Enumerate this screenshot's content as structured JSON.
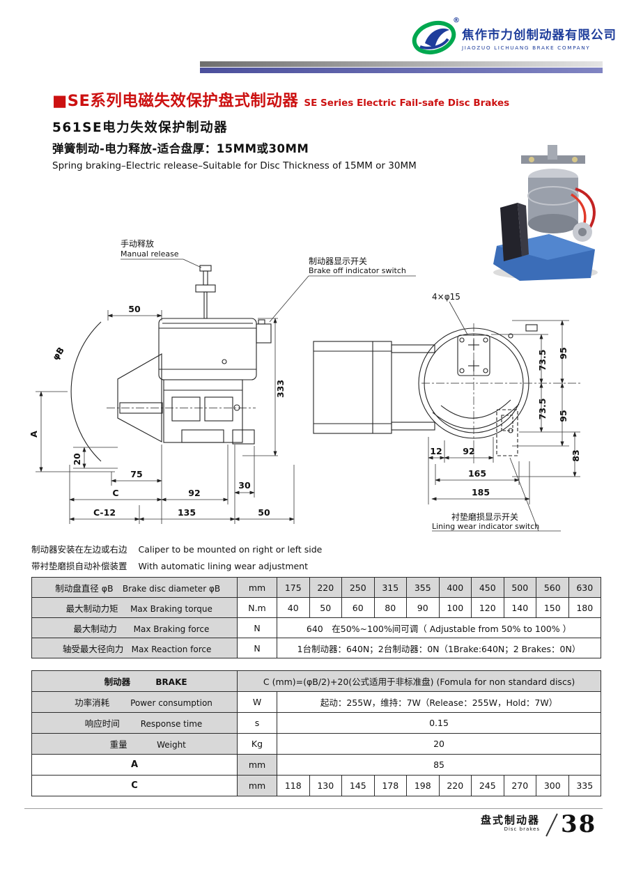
{
  "header": {
    "company_cn": "焦作市力创制动器有限公司",
    "company_en": "JIAOZUO LICHUANG BRAKE COMPANY",
    "registered": "®"
  },
  "title": {
    "series_cn": "■SE系列电磁失效保护盘式制动器",
    "series_en": "SE Series Electric Fail-safe Disc Brakes",
    "model": "561SE电力失效保护制动器",
    "feature_cn": "弹簧制动-电力释放-适合盘厚：15MM或30MM",
    "feature_en": "Spring braking–Electric release–Suitable for Disc Thickness of 15MM or 30MM"
  },
  "drawing": {
    "manual_release_cn": "手动释放",
    "manual_release_en": "Manual release",
    "brake_switch_cn": "制动器显示开关",
    "brake_switch_en": "Brake off indicator switch",
    "holes": "4×φ15",
    "lining_switch_cn": "衬垫磨损显示开关",
    "lining_switch_en": "Lining wear indicator switch",
    "left_dims": {
      "top_50": "50",
      "phi_b": "φB",
      "a": "A",
      "d20": "20",
      "d75": "75",
      "c": "C",
      "d92": "92",
      "d30": "30",
      "c12": "C-12",
      "d135": "135",
      "d50": "50",
      "d333": "333"
    },
    "right_dims": {
      "d73a": "73.5",
      "d95a": "95",
      "d73b": "73.5",
      "d95b": "95",
      "d83": "83",
      "d12": "12",
      "d92": "92",
      "d165": "165",
      "d185": "185"
    }
  },
  "notes": {
    "n1_cn": "制动器安装在左边或右边",
    "n1_en": "Caliper to be mounted on right or left side",
    "n2_cn": "带衬垫磨损自动补偿装置",
    "n2_en": "With automatic lining wear adjustment"
  },
  "table1": {
    "r1": {
      "cn": "制动盘直径 φB",
      "en": "Brake disc diameter φB",
      "unit": "mm",
      "v": [
        "175",
        "220",
        "250",
        "315",
        "355",
        "400",
        "450",
        "500",
        "560",
        "630"
      ]
    },
    "r2": {
      "cn": "最大制动力矩",
      "en": "Max Braking torque",
      "unit": "N.m",
      "v": [
        "40",
        "50",
        "60",
        "80",
        "90",
        "100",
        "120",
        "140",
        "150",
        "180"
      ]
    },
    "r3": {
      "cn": "最大制动力",
      "en": "Max Braking force",
      "unit": "N",
      "v": "640　在50%~100%间可调（ Adjustable from 50% to 100% ）"
    },
    "r4": {
      "cn": "轴受最大径向力",
      "en": "Max  Reaction  force",
      "unit": "N",
      "v": "1台制动器：640N；2台制动器：0N（1Brake:640N；2 Brakes：0N）"
    }
  },
  "table2": {
    "hdr": {
      "cn": "制动器",
      "en": "BRAKE",
      "formula": "C (mm)=(φB/2)+20(公式适用于非标准盘)  (Fomula for non standard discs)"
    },
    "r1": {
      "cn": "功率消耗",
      "en": "Power consumption",
      "unit": "W",
      "v": "起动：255W，维持：7W（Release：255W，Hold：7W）"
    },
    "r2": {
      "cn": "响应时间",
      "en": "Response time",
      "unit": "s",
      "v": "0.15"
    },
    "r3": {
      "cn": "重量",
      "en": "Weight",
      "unit": "Kg",
      "v": "20"
    },
    "ra": {
      "label": "A",
      "unit": "mm",
      "v": "85"
    },
    "rc": {
      "label": "C",
      "unit": "mm",
      "v": [
        "118",
        "130",
        "145",
        "178",
        "198",
        "220",
        "245",
        "270",
        "300",
        "335"
      ]
    }
  },
  "footer": {
    "cn": "盘式制动器",
    "en": "Disc brakes",
    "page": "38"
  }
}
